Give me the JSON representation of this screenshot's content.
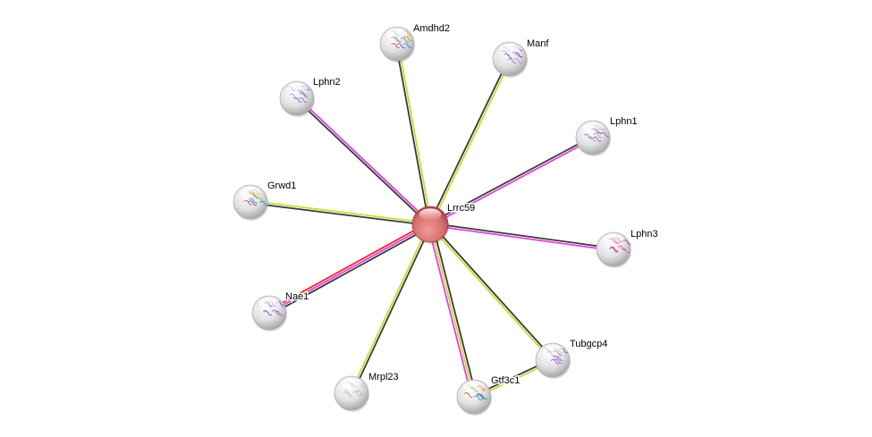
{
  "colors": {
    "coexpression": "#3a3a3a",
    "textmining": "#c6de2c",
    "experiments": "#e040e0",
    "fusion": "#ff2020",
    "center": "#d96b6b",
    "node": "#e6e6e6"
  },
  "center": "Lrrc59",
  "nodes": [
    {
      "id": "Lrrc59",
      "label": "Lrrc59",
      "center": true,
      "struct": "none"
    },
    {
      "id": "Amdhd2",
      "label": "Amdhd2",
      "struct": "rainbow"
    },
    {
      "id": "Manf",
      "label": "Manf",
      "struct": "purple"
    },
    {
      "id": "Lphn2",
      "label": "Lphn2",
      "struct": "purple"
    },
    {
      "id": "Lphn1",
      "label": "Lphn1",
      "struct": "purple"
    },
    {
      "id": "Grwd1",
      "label": "Grwd1",
      "struct": "rainbow"
    },
    {
      "id": "Lphn3",
      "label": "Lphn3",
      "struct": "pink"
    },
    {
      "id": "Nae1",
      "label": "Nae1",
      "struct": "purple"
    },
    {
      "id": "Mrpl23",
      "label": "Mrpl23",
      "struct": "grey"
    },
    {
      "id": "Gtf3c1",
      "label": "Gtf3c1",
      "struct": "rainbow"
    },
    {
      "id": "Tubgcp4",
      "label": "Tubgcp4",
      "struct": "purple"
    }
  ],
  "edges": [
    {
      "a": "Lrrc59",
      "b": "Amdhd2",
      "ev": [
        "coexpression",
        "textmining"
      ]
    },
    {
      "a": "Lrrc59",
      "b": "Manf",
      "ev": [
        "coexpression",
        "textmining"
      ]
    },
    {
      "a": "Lrrc59",
      "b": "Lphn2",
      "ev": [
        "coexpression",
        "experiments"
      ]
    },
    {
      "a": "Lrrc59",
      "b": "Lphn1",
      "ev": [
        "coexpression",
        "experiments"
      ]
    },
    {
      "a": "Lrrc59",
      "b": "Grwd1",
      "ev": [
        "coexpression",
        "textmining"
      ]
    },
    {
      "a": "Lrrc59",
      "b": "Lphn3",
      "ev": [
        "coexpression",
        "experiments"
      ]
    },
    {
      "a": "Lrrc59",
      "b": "Nae1",
      "ev": [
        "coexpression",
        "experiments",
        "fusion"
      ]
    },
    {
      "a": "Lrrc59",
      "b": "Mrpl23",
      "ev": [
        "coexpression",
        "textmining"
      ]
    },
    {
      "a": "Lrrc59",
      "b": "Gtf3c1",
      "ev": [
        "coexpression",
        "textmining",
        "experiments"
      ]
    },
    {
      "a": "Lrrc59",
      "b": "Tubgcp4",
      "ev": [
        "coexpression",
        "textmining"
      ]
    },
    {
      "a": "Gtf3c1",
      "b": "Tubgcp4",
      "ev": [
        "coexpression",
        "textmining"
      ]
    }
  ]
}
